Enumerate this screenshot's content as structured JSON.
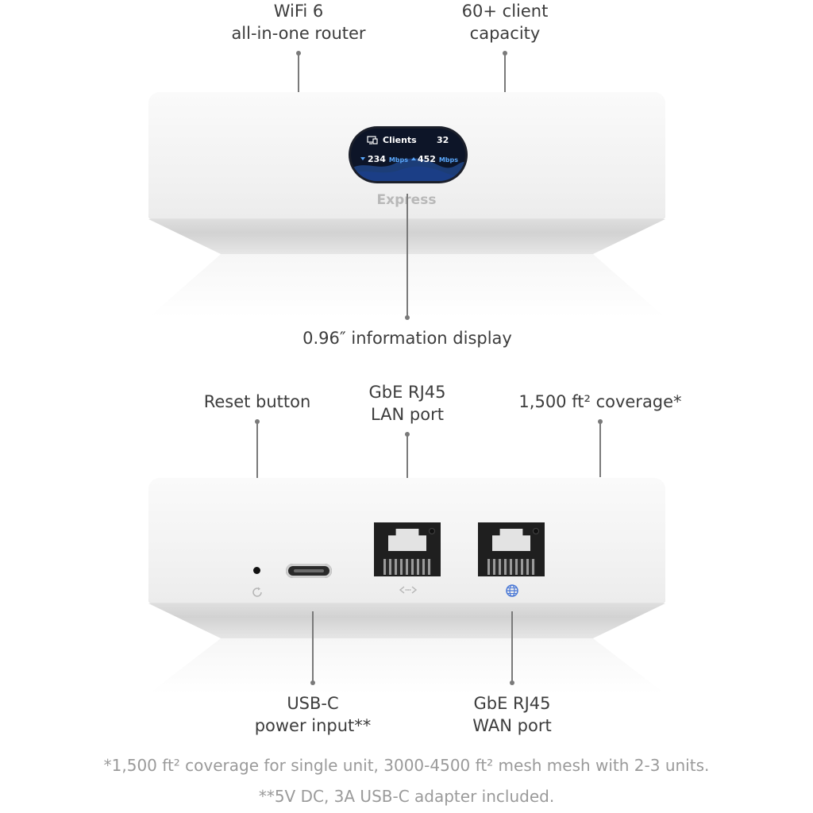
{
  "top_callouts": {
    "wifi": [
      "WiFi 6",
      "all-in-one router"
    ],
    "capacity": [
      "60+ client",
      "capacity"
    ],
    "display": [
      "0.96″ information display"
    ]
  },
  "screen": {
    "clients_label": "Clients",
    "clients_value": "32",
    "down_value": "234",
    "down_unit": "Mbps",
    "up_value": "452",
    "up_unit": "Mbps"
  },
  "brand": "Express",
  "bottom_callouts": {
    "reset": [
      "Reset button"
    ],
    "lan": [
      "GbE RJ45",
      "LAN port"
    ],
    "coverage": [
      "1,500 ft² coverage*"
    ],
    "usbc": [
      "USB-C",
      "power input**"
    ],
    "wan": [
      "GbE RJ45",
      "WAN port"
    ]
  },
  "footnotes": [
    "*1,500 ft² coverage for single unit, 3000-4500 ft² mesh mesh with 2-3 units.",
    "**5V DC, 3A USB-C adapter included."
  ],
  "icons": [
    "reset-icon",
    "lan-arrows-icon",
    "globe-icon",
    "device-screen-icon",
    "down-arrow-icon",
    "up-arrow-icon"
  ],
  "colors": {
    "screen": "#0d1528",
    "mbps_accent": "#5aa9ff",
    "globe": "#4a78d6"
  }
}
